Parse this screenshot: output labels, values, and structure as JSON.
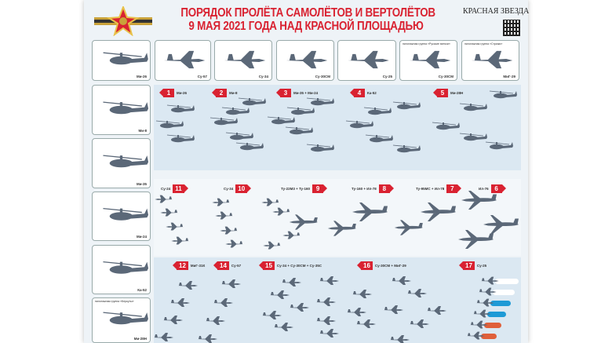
{
  "header": {
    "title_line1": "ПОРЯДОК ПРОЛЁТА САМОЛЁТОВ И ВЕРТОЛЁТОВ",
    "title_line2": "9 МАЯ 2021 ГОДА НАД КРАСНОЙ ПЛОЩАДЬЮ",
    "newspaper": "КРАСНАЯ ЗВЕЗДА",
    "logo": "victory-order-emblem",
    "qr": "qr-code"
  },
  "colors": {
    "title": "#d92231",
    "badge": "#d92231",
    "silhouette": "#5b6878",
    "section_blue": "#dbe8f2",
    "section_light": "#f3f7fa",
    "smoke_white": "#ffffff",
    "smoke_blue": "#1e9ad6",
    "smoke_red": "#e0603a"
  },
  "top_cards": [
    {
      "caption": "Ми-26",
      "kind": "helicopter"
    },
    {
      "caption": "Су-57",
      "kind": "jet"
    },
    {
      "caption": "Су-34",
      "kind": "jet"
    },
    {
      "caption": "Су-30СМ",
      "kind": "jet"
    },
    {
      "caption": "Су-25",
      "kind": "jet"
    },
    {
      "group": "пилотажная группа «Русские витязи»",
      "caption": "Су-30СМ",
      "kind": "jet"
    },
    {
      "group": "пилотажная группа «Стрижи»",
      "caption": "МиГ-29",
      "kind": "jet"
    }
  ],
  "side_cards": [
    {
      "caption": "Ми-8",
      "kind": "helicopter"
    },
    {
      "caption": "Ми-35",
      "kind": "helicopter"
    },
    {
      "caption": "Ми-24",
      "kind": "helicopter"
    },
    {
      "caption": "Ка-52",
      "kind": "helicopter"
    },
    {
      "group": "пилотажная группа «Беркуты»",
      "caption": "Ми-28Н",
      "kind": "helicopter"
    }
  ],
  "rows": [
    {
      "direction": "left",
      "groups": [
        {
          "number": "1",
          "label": "Ми-26"
        },
        {
          "number": "2",
          "label": "Ми-8"
        },
        {
          "number": "3",
          "label": "Ми-35 + Ми-24"
        },
        {
          "number": "4",
          "label": "Ка-52"
        },
        {
          "number": "5",
          "label": "Ми-28Н"
        }
      ]
    },
    {
      "direction": "right",
      "groups": [
        {
          "number": "11",
          "label": "Су-24"
        },
        {
          "number": "10",
          "label": "Су-34"
        },
        {
          "number": "9",
          "label": "Ту-22М3 + Ту-160"
        },
        {
          "number": "8",
          "label": "Ту-160 + Ил-78"
        },
        {
          "number": "7",
          "label": "Ту-95МС + Ил-78"
        },
        {
          "number": "6",
          "label": "Ил-76"
        }
      ]
    },
    {
      "direction": "left",
      "groups": [
        {
          "number": "12",
          "label": "МиГ-31К"
        },
        {
          "number": "14",
          "label": "Су-57"
        },
        {
          "number": "15",
          "label": "Су-34 + Су-30СМ + Су-35С"
        },
        {
          "number": "16",
          "label": "Су-30СМ + МиГ-29"
        },
        {
          "number": "17",
          "label": "Су-25"
        }
      ]
    }
  ]
}
